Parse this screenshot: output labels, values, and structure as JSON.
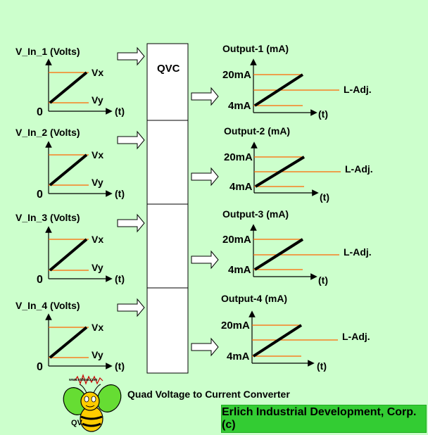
{
  "inputs": [
    {
      "label": "V_In_1 (Volts)",
      "vx": "Vx",
      "vy": "Vy",
      "zero": "0",
      "t": "(t)"
    },
    {
      "label": "V_In_2 (Volts)",
      "vx": "Vx",
      "vy": "Vy",
      "zero": "0",
      "t": "(t)"
    },
    {
      "label": "V_In_3 (Volts)",
      "vx": "Vx",
      "vy": "Vy",
      "zero": "0",
      "t": "(t)"
    },
    {
      "label": "V_In_4 (Volts)",
      "vx": "Vx",
      "vy": "Vy",
      "zero": "0",
      "t": "(t)"
    }
  ],
  "outputs": [
    {
      "label": "Output-1 (mA)",
      "high": "20mA",
      "low": "4mA",
      "adj": "L-Adj.",
      "t": "(t)"
    },
    {
      "label": "Output-2 (mA)",
      "high": "20mA",
      "low": "4mA",
      "adj": "L-Adj.",
      "t": "(t)"
    },
    {
      "label": "Output-3 (mA)",
      "high": "20mA",
      "low": "4mA",
      "adj": "L-Adj.",
      "t": "(t)"
    },
    {
      "label": "Output-4 (mA)",
      "high": "20mA",
      "low": "4mA",
      "adj": "L-Adj.",
      "t": "(t)"
    }
  ],
  "converter": {
    "label": "QVC"
  },
  "caption": "Quad Voltage to Current Converter",
  "footer": "Erlich Industrial Development, Corp. (c)",
  "logo": {
    "text": "www.eidusa.com",
    "letters": "QV"
  },
  "colors": {
    "background": "#ccffcc",
    "level_line": "#ff6600",
    "ramp": "#000000",
    "footer_bg": "#33cc33",
    "bee_green": "#66dd33",
    "bee_yellow": "#ffcc00"
  }
}
